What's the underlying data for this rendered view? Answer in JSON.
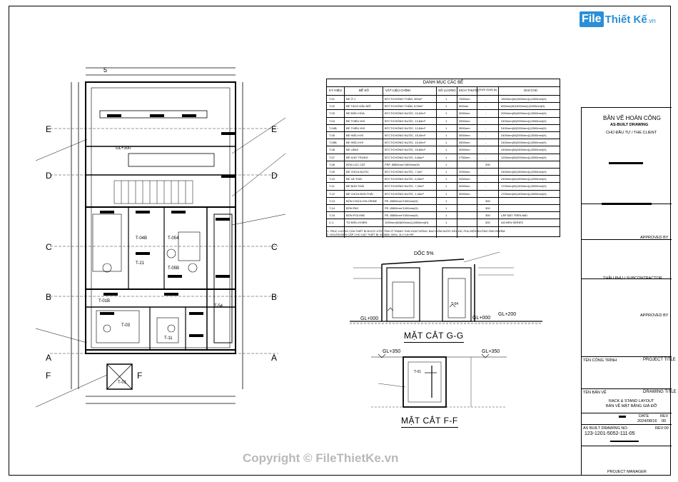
{
  "logo": {
    "brand_box": "File",
    "brand_rest": "Thiết Kế",
    "brand_suffix": ".vn"
  },
  "watermark": "Copyright © FileThietKe.vn",
  "plan": {
    "room_labels": [
      "T-04B",
      "T-054",
      "T-21",
      "T-05B",
      "T-03",
      "T-01",
      "T-01B",
      "T-11",
      "T-54"
    ],
    "axis_labels": {
      "E": "E",
      "D": "D",
      "C": "C",
      "B": "B",
      "A": "A",
      "F": "F"
    },
    "gl_tag": "GL+300",
    "top_marker": "5"
  },
  "sections": {
    "gg_title": "MẶT CẮT G-G",
    "ff_title": "MẶT CẮT F-F",
    "slope": "DỐC 5%",
    "gl_left": "GL+000",
    "gl_mid": "GL+000",
    "gl_right": "GL+200",
    "gl_ff_left": "GL+350",
    "gl_ff_right": "GL+350",
    "ff_tag": "T-01",
    "gg_tag": "T-04"
  },
  "schedule": {
    "title": "DANH MỤC CÁC BỂ",
    "headers": [
      "KÝ HIỆU",
      "BỂ SỐ",
      "VẬT LIỆU CHÍNH",
      "SỐ LƯỢNG",
      "KÍCH THƯỚC",
      "THỜI GIAN (h)",
      "GHI CHÚ"
    ],
    "rows": [
      [
        "T-01",
        "BỂ Ở 1",
        "BTCT/CHỐNG THẤM, 300m³",
        "1",
        "7500mm",
        "-",
        "1500mm(W)1500mm(L)1500mm(H)"
      ],
      [
        "T-02",
        "BỂ TÁCH DẦU MỠ",
        "BTCT/CHỐNG THẤM, 5,05m³",
        "1",
        "900mm",
        "-",
        "900mm(W)1500mm(L)2000mm(H)"
      ],
      [
        "T-03",
        "BỂ ĐIỀU HÒA",
        "BTCT/CHỐNG NƯỚC, 24,00m³",
        "1",
        "3000mm",
        "-",
        "2000mm(W)4000mm(L)3000mm(H)"
      ],
      [
        "T-04",
        "BỂ THIẾU KHÍ",
        "BTCT/CHỐNG NƯỚC, 12,84m³",
        "1",
        "2500mm",
        "-",
        "2400mm(W)2000mm(L)2500mm(H)"
      ],
      [
        "T-04B",
        "BỂ THIẾU KHÍ",
        "BTCT/CHỐNG NƯỚC, 12,84m³",
        "1",
        "3500mm",
        "-",
        "2400mm(W)2000mm(L)2500mm(H)"
      ],
      [
        "T-05",
        "BỂ HIẾU KHÍ",
        "BTCT/CHỐNG NƯỚC, 15,00m³",
        "1",
        "3500mm",
        "-",
        "2400mm(W)2000mm(L)3000mm(H)"
      ],
      [
        "T-05B",
        "BỂ HIẾU KHÍ",
        "BTCT/CHỐNG NƯỚC, 15,00m³",
        "1",
        "3500mm",
        "-",
        "2400mm(W)2000mm(L)3000mm(H)"
      ],
      [
        "T-06",
        "BỂ LẮNG",
        "BTCT/CHỐNG NƯỚC, 16,80m³",
        "1",
        "3000mm",
        "-",
        "2400mm(W)2400mm(L)3000mm(H)"
      ],
      [
        "T-07",
        "BỂ KHỬ TRÙNG",
        "BTCT/CHỐNG NƯỚC, 6,84m³",
        "1",
        "2750mm",
        "-",
        "1200mm(W)2000mm(L)3000mm(H)"
      ],
      [
        "T-08",
        "BỒN LỌC CÁT",
        "FRP, Ø800mm*1800mm(H)",
        "1",
        "",
        "200",
        ""
      ],
      [
        "T-09",
        "BỂ CHỨA NƯỚC",
        "BTCT/CHỐNG NƯỚC, 7,2m³",
        "1",
        "2000mm",
        "-",
        "2400mm(W)1500mm(L)2000mm(H)"
      ],
      [
        "T-10",
        "BỂ XẢ THẢI",
        "BTCT/CHỐNG NƯỚC, 6,00m³",
        "1",
        "2000mm",
        "-",
        "2400mm(W)1500mm(L)2000mm(H)"
      ],
      [
        "T-11",
        "BỂ BÙN THẢI",
        "BTCT/CHỐNG NƯỚC, 7,20m³",
        "1",
        "3000mm",
        "-",
        "1700mm(W)1400mm(L)3000mm(H)"
      ],
      [
        "T-12",
        "BỂ CHỨA BÙN THẢI",
        "BTCT/CHỐNG NƯỚC, 1,40m³",
        "1",
        "3000mm",
        "-",
        "1700mm(W)1400mm(L)3000mm(H)"
      ],
      [
        "T-13",
        "BỒN CHỨA CHLORINE",
        "PE, Ø800mm*1000mm(H)",
        "1",
        "",
        "300",
        ""
      ],
      [
        "T-14",
        "BỒN PAC",
        "PE, Ø800mm*1000mm(H)",
        "1",
        "",
        "300",
        ""
      ],
      [
        "T-15",
        "BỒN POLYME",
        "PE, Ø800mm*1000mm(H)",
        "1",
        "",
        "300",
        "LẮP ĐẶT TRÊN MÁI"
      ],
      [
        "C-1",
        "TỦ ĐIỀU KHIỂN",
        "1000mm(W)600mm(L)1800mm(H)",
        "1",
        "",
        "300",
        "AICHEN SERIES"
      ]
    ],
    "notes": [
      "1. TRỤC LƯỢNG CỦA THIẾT BỊ ĐƯỢC ƯỚC TÍNH Ở TRẠNG THÁI HOẠT ĐỘNG, BAO GỒM NƯỚC ĐẦY ĐỦ, PHỤ KIỆN ĐƯỜNG ỐNG ĐI KÈM.",
      "2. NGUỒN ĐIỆN CẤP CHO CÁC THIẾT BỊ: AC380V, 50Hz, 3L1+1N+PE"
    ]
  },
  "title_block": {
    "doc_title": "BẢN VẼ HOÀN CÔNG",
    "doc_title_en": "AS-BUILT DRAWING",
    "client_label": "CHỦ ĐẦU TƯ / THE CLIENT",
    "approved_by_1": "APPROVED BY",
    "subcontractor": "THẦU PHỤ / SUBCONTRACTOR",
    "approved_by_2": "APPROVED BY",
    "project_name_label": "TÊN CÔNG TRÌNH",
    "project_title": "PROJECT TITLE",
    "drawing_name_label": "TÊN BẢN VẼ",
    "drawing_title": "DRAWING TITLE",
    "drawing_name_1": "RACK & STAND LAYOUT",
    "drawing_name_2": "BẢN VẼ MẶT BẰNG GIÁ ĐỠ",
    "date_label": "DATE",
    "date_value": "2024/08/16",
    "rev_label": "REV",
    "rev_value": "00",
    "drawing_no_label": "AS BUILT DRAWING NO.",
    "drawing_no": "123-1201-5052-111-05",
    "rev_short": "REV:00",
    "project_manager": "PROJECT MANAGER"
  }
}
